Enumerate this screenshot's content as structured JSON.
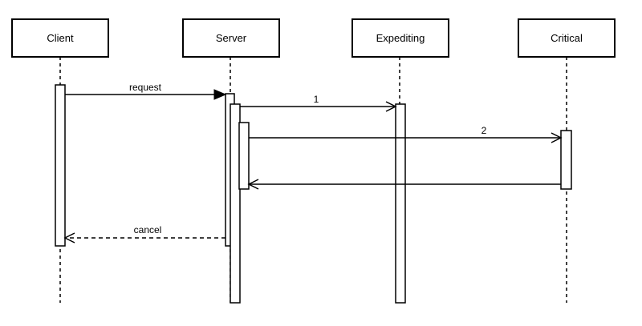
{
  "diagram": {
    "type": "uml-sequence-diagram",
    "background_color": "#ffffff",
    "stroke_color": "#000000",
    "shape_fill_color": "#ffffff",
    "text_color": "#000000",
    "actors": [
      {
        "name": "Client"
      },
      {
        "name": "Server"
      },
      {
        "name": "Expediting"
      },
      {
        "name": "Critical"
      }
    ],
    "messages": [
      {
        "label": "request",
        "from": "Client",
        "to": "Server",
        "line": "solid",
        "arrowhead": "filled"
      },
      {
        "label": "1",
        "from": "Server",
        "to": "Expediting",
        "line": "solid",
        "arrowhead": "open"
      },
      {
        "label": "2",
        "from": "Server",
        "to": "Critical",
        "line": "solid",
        "arrowhead": "open"
      },
      {
        "label": "",
        "from": "Critical",
        "to": "Server",
        "line": "solid",
        "arrowhead": "open"
      },
      {
        "label": "cancel",
        "from": "Server",
        "to": "Client",
        "line": "dashed",
        "arrowhead": "open"
      }
    ]
  }
}
